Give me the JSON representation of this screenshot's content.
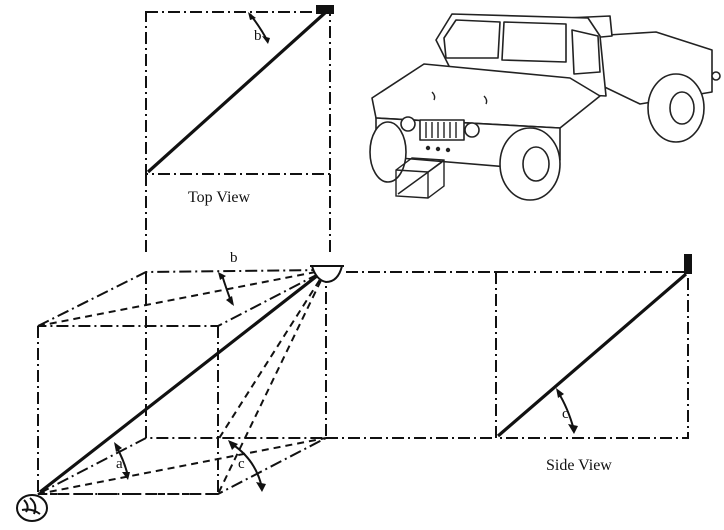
{
  "labels": {
    "top_view": "Top View",
    "side_view": "Side View",
    "angle_a": "a",
    "angle_b": "b",
    "angle_c": "c"
  }
}
